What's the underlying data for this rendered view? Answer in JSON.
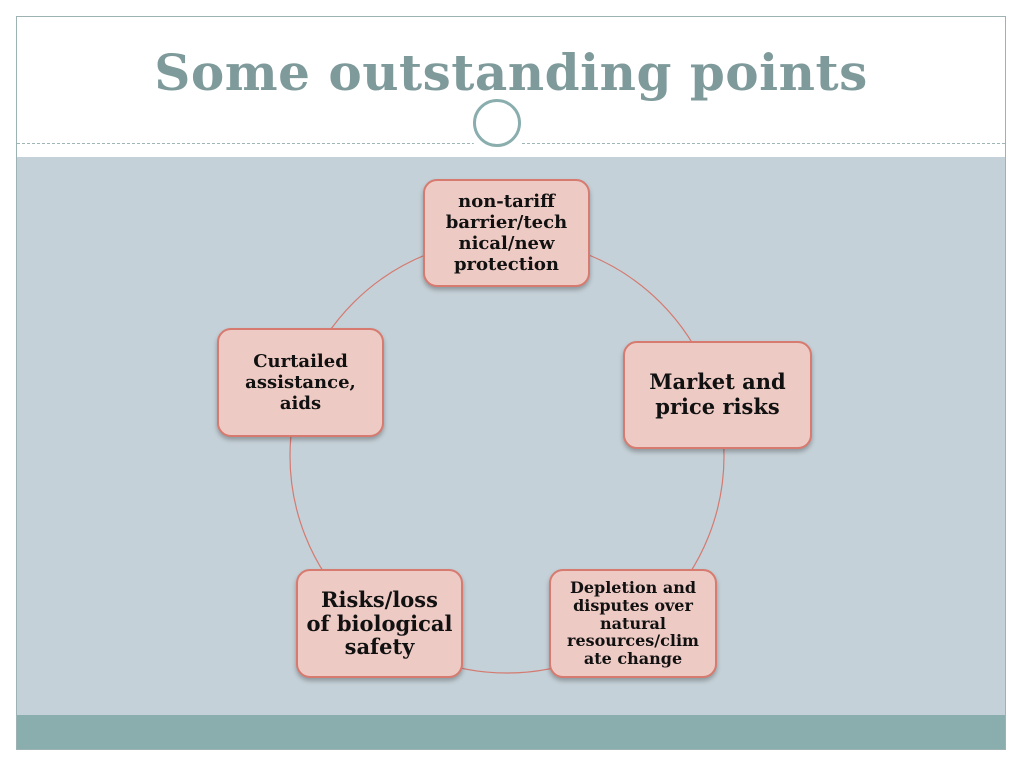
{
  "slide": {
    "title": "Some outstanding points"
  },
  "colors": {
    "title": "#7f9a9b",
    "content_background": "#c5d1d8",
    "footer": "#8aadad",
    "node_fill": "#eecac4",
    "node_border": "#d77a6f",
    "cycle_line": "#d47a70"
  },
  "diagram": {
    "type": "cycle",
    "nodes": [
      {
        "id": "non-tariff",
        "label": "non-tariff barrier/tech nical/new protection"
      },
      {
        "id": "market",
        "label": "Market and price risks"
      },
      {
        "id": "depletion",
        "label": "Depletion and disputes over natural resources/clim ate change"
      },
      {
        "id": "biological",
        "label": "Risks/loss of biological safety"
      },
      {
        "id": "assistance",
        "label": "Curtailed assistance, aids"
      }
    ],
    "edges": [
      [
        "non-tariff",
        "market"
      ],
      [
        "market",
        "depletion"
      ],
      [
        "depletion",
        "biological"
      ],
      [
        "biological",
        "assistance"
      ],
      [
        "assistance",
        "non-tariff"
      ]
    ]
  }
}
